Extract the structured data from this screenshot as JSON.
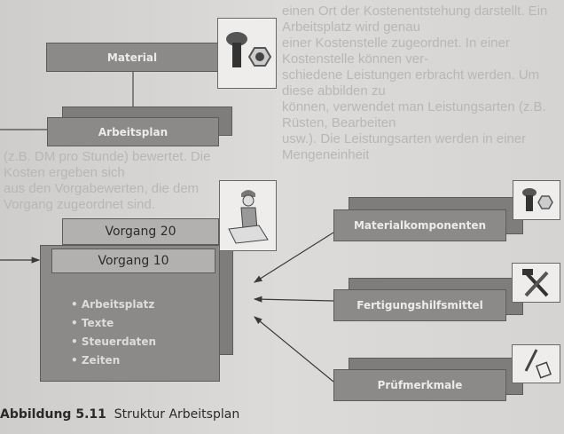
{
  "background_text": [
    "einen Ort der Kostenentstehung darstellt. Ein Arbeitsplatz wird genau",
    "einer Kostenstelle zugeordnet. In einer Kostenstelle können ver-",
    "schiedene Leistungen erbracht werden. Um diese abbilden zu",
    "können, verwendet man Leistungsarten (z.B. Rüsten, Bearbeiten",
    "usw.). Die Leistungsarten werden in einer Mengeneinheit",
    "(z.B. DM pro Stunde) bewertet. Die Kosten ergeben sich",
    "aus den Vorgabewerten, die dem Vorgang zugeordnet sind."
  ],
  "diagram": {
    "material": "Material",
    "arbeitsplan": "Arbeitsplan",
    "vorgang_20": "Vorgang 20",
    "vorgang_10": "Vorgang 10",
    "vorgang_items": [
      "Arbeitsplatz",
      "Texte",
      "Steuerdaten",
      "Zeiten"
    ],
    "materialkomponenten": "Materialkomponenten",
    "fertigungshilfsmittel": "Fertigungshilfsmittel",
    "pruefmerkmale": "Prüfmerkmale"
  },
  "caption": {
    "number": "Abbildung 5.11",
    "title": "Struktur Arbeitsplan"
  },
  "colors": {
    "box": "#8c8a88",
    "page": "#d8d6d4"
  }
}
